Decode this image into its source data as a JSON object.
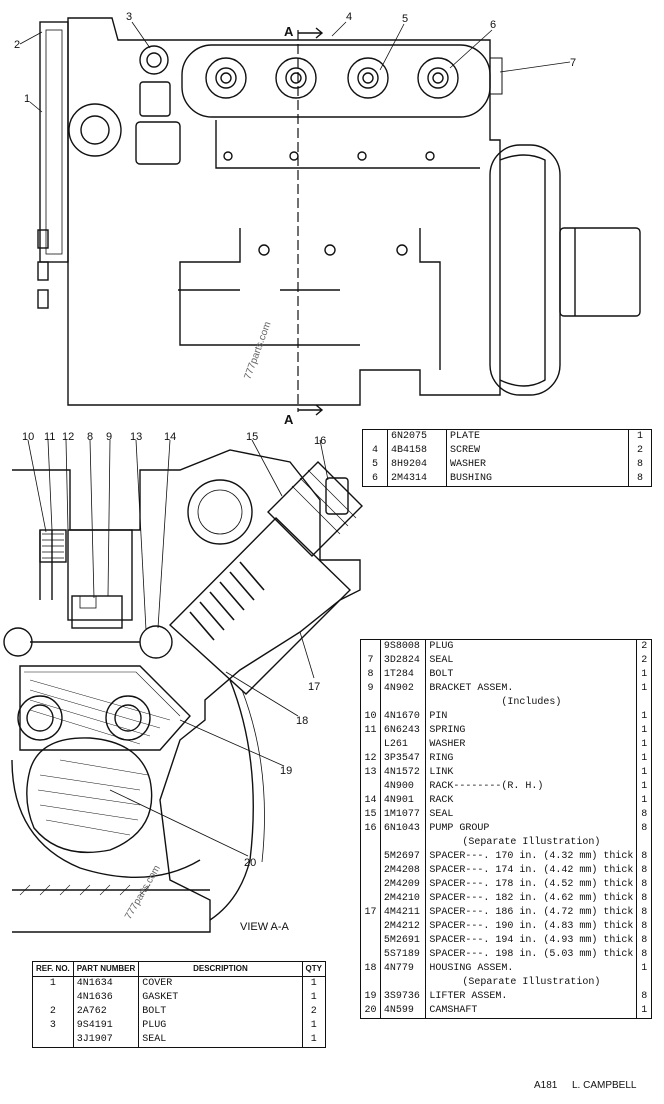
{
  "drawing": {
    "section_marker": "A",
    "view_label": "VIEW A-A",
    "watermark": "777parts.com",
    "callouts_top": [
      "1",
      "2",
      "3",
      "4",
      "5",
      "6",
      "7"
    ],
    "callouts_section": [
      "8",
      "9",
      "10",
      "11",
      "12",
      "13",
      "14",
      "15",
      "16",
      "17",
      "18",
      "19",
      "20"
    ]
  },
  "table_top": {
    "rows": [
      {
        "ref": "",
        "pn": "6N2075",
        "desc": "PLATE",
        "qty": "1"
      },
      {
        "ref": "4",
        "pn": "4B4158",
        "desc": "SCREW",
        "qty": "2"
      },
      {
        "ref": "5",
        "pn": "8H9204",
        "desc": "WASHER",
        "qty": "8"
      },
      {
        "ref": "6",
        "pn": "2M4314",
        "desc": "BUSHING",
        "qty": "8"
      }
    ]
  },
  "table_right": {
    "rows": [
      {
        "ref": "",
        "pn": "9S8008",
        "desc": "PLUG",
        "qty": "2"
      },
      {
        "ref": "7",
        "pn": "3D2824",
        "desc": "SEAL",
        "qty": "2"
      },
      {
        "ref": "8",
        "pn": "1T284",
        "desc": "BOLT",
        "qty": "1"
      },
      {
        "ref": "9",
        "pn": "4N902",
        "desc": "BRACKET ASSEM.",
        "qty": "1"
      },
      {
        "ref": "",
        "pn": "",
        "desc": "(Includes)",
        "qty": "",
        "sub": true
      },
      {
        "ref": "10",
        "pn": "4N1670",
        "desc": "PIN",
        "qty": "1"
      },
      {
        "ref": "11",
        "pn": "6N6243",
        "desc": "SPRING",
        "qty": "1"
      },
      {
        "ref": "",
        "pn": "L261",
        "desc": "WASHER",
        "qty": "1"
      },
      {
        "ref": "12",
        "pn": "3P3547",
        "desc": "RING",
        "qty": "1"
      },
      {
        "ref": "13",
        "pn": "4N1572",
        "desc": "LINK",
        "qty": "1"
      },
      {
        "ref": "",
        "pn": "4N900",
        "desc": "RACK--------(R. H.)",
        "qty": "1"
      },
      {
        "ref": "14",
        "pn": "4N901",
        "desc": "RACK",
        "qty": "1"
      },
      {
        "ref": "15",
        "pn": "1M1077",
        "desc": "SEAL",
        "qty": "8"
      },
      {
        "ref": "16",
        "pn": "6N1043",
        "desc": "PUMP GROUP",
        "qty": "8"
      },
      {
        "ref": "",
        "pn": "",
        "desc": "(Separate Illustration)",
        "qty": "",
        "sub": true
      },
      {
        "ref": "",
        "pn": "5M2697",
        "desc": "SPACER---. 170 in. (4.32 mm) thick",
        "qty": "8"
      },
      {
        "ref": "",
        "pn": "2M4208",
        "desc": "SPACER---. 174 in. (4.42 mm) thick",
        "qty": "8"
      },
      {
        "ref": "",
        "pn": "2M4209",
        "desc": "SPACER---. 178 in. (4.52 mm) thick",
        "qty": "8"
      },
      {
        "ref": "",
        "pn": "2M4210",
        "desc": "SPACER---. 182 in. (4.62 mm) thick",
        "qty": "8"
      },
      {
        "ref": "17",
        "pn": "4M4211",
        "desc": "SPACER---. 186 in. (4.72 mm) thick",
        "qty": "8"
      },
      {
        "ref": "",
        "pn": "2M4212",
        "desc": "SPACER---. 190 in. (4.83 mm) thick",
        "qty": "8"
      },
      {
        "ref": "",
        "pn": "5M2691",
        "desc": "SPACER---. 194 in. (4.93 mm) thick",
        "qty": "8"
      },
      {
        "ref": "",
        "pn": "5S7189",
        "desc": "SPACER---. 198 in. (5.03 mm) thick",
        "qty": "8"
      },
      {
        "ref": "18",
        "pn": "4N779",
        "desc": "HOUSING ASSEM.",
        "qty": "1"
      },
      {
        "ref": "",
        "pn": "",
        "desc": "(Separate Illustration)",
        "qty": "",
        "sub": true
      },
      {
        "ref": "19",
        "pn": "3S9736",
        "desc": "LIFTER ASSEM.",
        "qty": "8"
      },
      {
        "ref": "20",
        "pn": "4N599",
        "desc": "CAMSHAFT",
        "qty": "1"
      }
    ]
  },
  "table_bottom": {
    "headers": {
      "ref": "REF. NO.",
      "pn": "PART NUMBER",
      "desc": "DESCRIPTION",
      "qty": "QTY"
    },
    "rows": [
      {
        "ref": "1",
        "pn": "4N1634",
        "desc": "COVER",
        "qty": "1"
      },
      {
        "ref": "",
        "pn": "4N1636",
        "desc": "GASKET",
        "qty": "1"
      },
      {
        "ref": "2",
        "pn": "2A762",
        "desc": "BOLT",
        "qty": "2"
      },
      {
        "ref": "3",
        "pn": "9S4191",
        "desc": "PLUG",
        "qty": "1"
      },
      {
        "ref": "",
        "pn": "3J1907",
        "desc": "SEAL",
        "qty": "1"
      }
    ]
  },
  "footer": {
    "code": "A181",
    "artist": "L. CAMPBELL"
  }
}
